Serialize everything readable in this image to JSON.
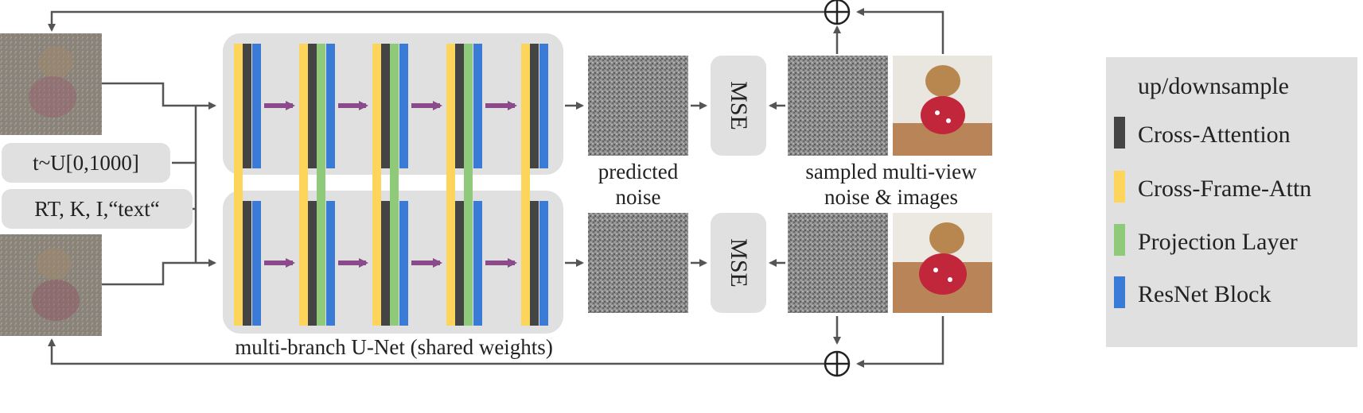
{
  "unet": {
    "caption": "multi-branch U-Net (shared weights)"
  },
  "inputs": {
    "timestep": "t~U[0,1000]",
    "conditioning": "RT, K, I,“text“"
  },
  "outputs": {
    "predicted_label": "predicted\nnoise",
    "sampled_label": "sampled multi-view\nnoise & images",
    "loss_label": "MSE"
  },
  "legend": {
    "items": [
      {
        "label": "up/downsample",
        "color": "#8b4a8c",
        "icon": "down-arrow"
      },
      {
        "label": "Cross-Attention",
        "color": "#444444"
      },
      {
        "label": "Cross-Frame-Attn",
        "color": "#fdd55a"
      },
      {
        "label": "Projection Layer",
        "color": "#8fc97a"
      },
      {
        "label": "ResNet Block",
        "color": "#3b7bd8"
      }
    ]
  },
  "colors": {
    "panel": "#e0e0e0",
    "line": "#555555",
    "crossframe": "#fdd55a",
    "crossattn": "#444444",
    "projection": "#8fc97a",
    "resnet": "#3b7bd8",
    "updown": "#8b4a8c"
  }
}
